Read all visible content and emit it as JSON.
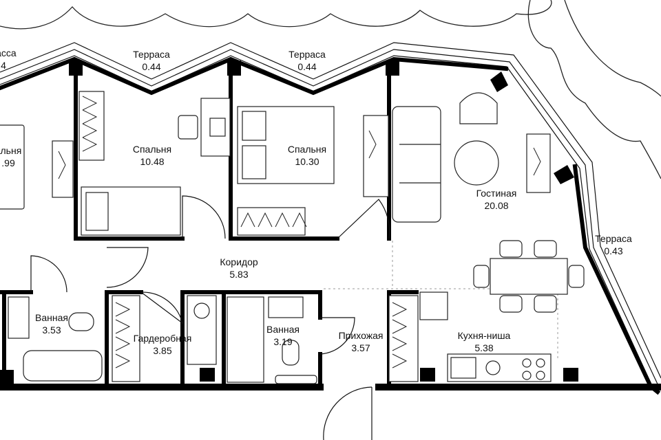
{
  "rooms": [
    {
      "id": "terrace-left",
      "name": "расса",
      "area": "4"
    },
    {
      "id": "terrace-1",
      "name": "Терраса",
      "area": "0.44"
    },
    {
      "id": "terrace-2",
      "name": "Терраса",
      "area": "0.44"
    },
    {
      "id": "bedroom-left",
      "name": "альня",
      "area": ".99"
    },
    {
      "id": "bedroom-1",
      "name": "Спальня",
      "area": "10.48"
    },
    {
      "id": "bedroom-2",
      "name": "Спальня",
      "area": "10.30"
    },
    {
      "id": "living",
      "name": "Гостиная",
      "area": "20.08"
    },
    {
      "id": "terrace-right",
      "name": "Терраса",
      "area": "0.43"
    },
    {
      "id": "corridor",
      "name": "Коридор",
      "area": "5.83"
    },
    {
      "id": "bathroom-1",
      "name": "Ванная",
      "area": "3.53"
    },
    {
      "id": "wardrobe",
      "name": "Гардеробная",
      "area": "3.85"
    },
    {
      "id": "bathroom-2",
      "name": "Ванная",
      "area": "3.19"
    },
    {
      "id": "hallway",
      "name": "Прихожая",
      "area": "3.57"
    },
    {
      "id": "kitchen",
      "name": "Кухня-ниша",
      "area": "5.38"
    }
  ]
}
